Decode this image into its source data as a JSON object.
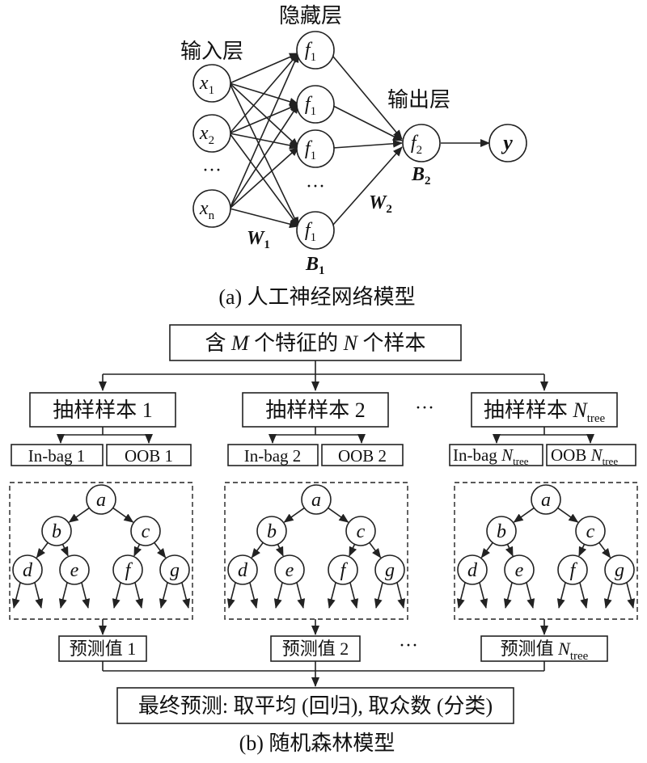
{
  "nn": {
    "hidden_layer": "隐藏层",
    "input_layer": "输入层",
    "output_layer": "输出层",
    "input_ellipsis": "···",
    "hidden_ellipsis": "···",
    "inputs": [
      {
        "base": "x",
        "sub": "1"
      },
      {
        "base": "x",
        "sub": "2"
      },
      {
        "base": "x",
        "sub": "n"
      }
    ],
    "hidden": {
      "base": "f",
      "sub": "1"
    },
    "output": {
      "base": "f",
      "sub": "2"
    },
    "y": "y",
    "w1": {
      "base": "W",
      "sub": "1"
    },
    "w2": {
      "base": "W",
      "sub": "2"
    },
    "b1": {
      "base": "B",
      "sub": "1"
    },
    "b2": {
      "base": "B",
      "sub": "2"
    },
    "caption": "(a) 人工神经网络模型"
  },
  "rf": {
    "top_pre": "含 ",
    "top_m": "M",
    "top_mid": " 个特征的 ",
    "top_n": "N",
    "top_post": " 个样本",
    "ntree": {
      "base": "N",
      "sub": "tree"
    },
    "col1": {
      "sample": "抽样样本 1",
      "inbag": "In-bag 1",
      "oob": "OOB 1",
      "pred": "预测值 1"
    },
    "col2": {
      "sample": "抽样样本 2",
      "inbag": "In-bag 2",
      "oob": "OOB 2",
      "pred": "预测值 2"
    },
    "col3": {
      "sample_pre": "抽样样本 ",
      "inbag_pre": "In-bag ",
      "oob_pre": "OOB ",
      "pred_pre": "预测值 "
    },
    "tree_nodes": [
      "a",
      "b",
      "c",
      "d",
      "e",
      "f",
      "g"
    ],
    "ellipsis": "···",
    "final": "最终预测: 取平均 (回归), 取众数 (分类)",
    "caption": "(b) 随机森林模型"
  }
}
